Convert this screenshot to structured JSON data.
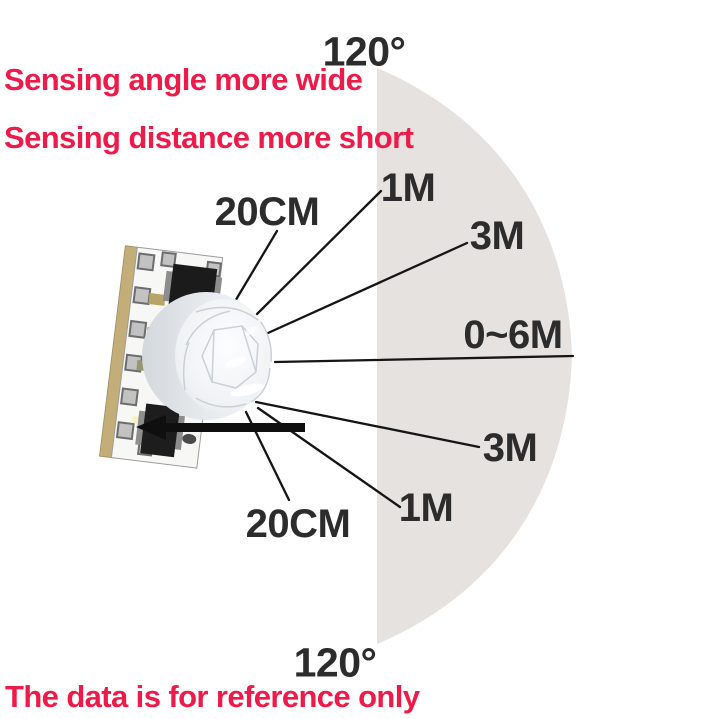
{
  "diagram": {
    "angle_top": "120°",
    "angle_bottom": "120°",
    "note_angle": "Sensing angle more wide",
    "note_distance": "Sensing distance more short",
    "note_reference": "The data is for reference only",
    "callouts": {
      "top_20cm": "20CM",
      "top_1m": "1M",
      "top_3m": "3M",
      "range_0_6m": "0~6M",
      "bottom_3m": "3M",
      "bottom_1m": "1M",
      "bottom_20cm": "20CM"
    }
  },
  "colors": {
    "accent_red": "#ee1a49",
    "text_dark": "#2c2c2c",
    "fan_fill": "#e5e2e0",
    "line_black": "#151515"
  }
}
